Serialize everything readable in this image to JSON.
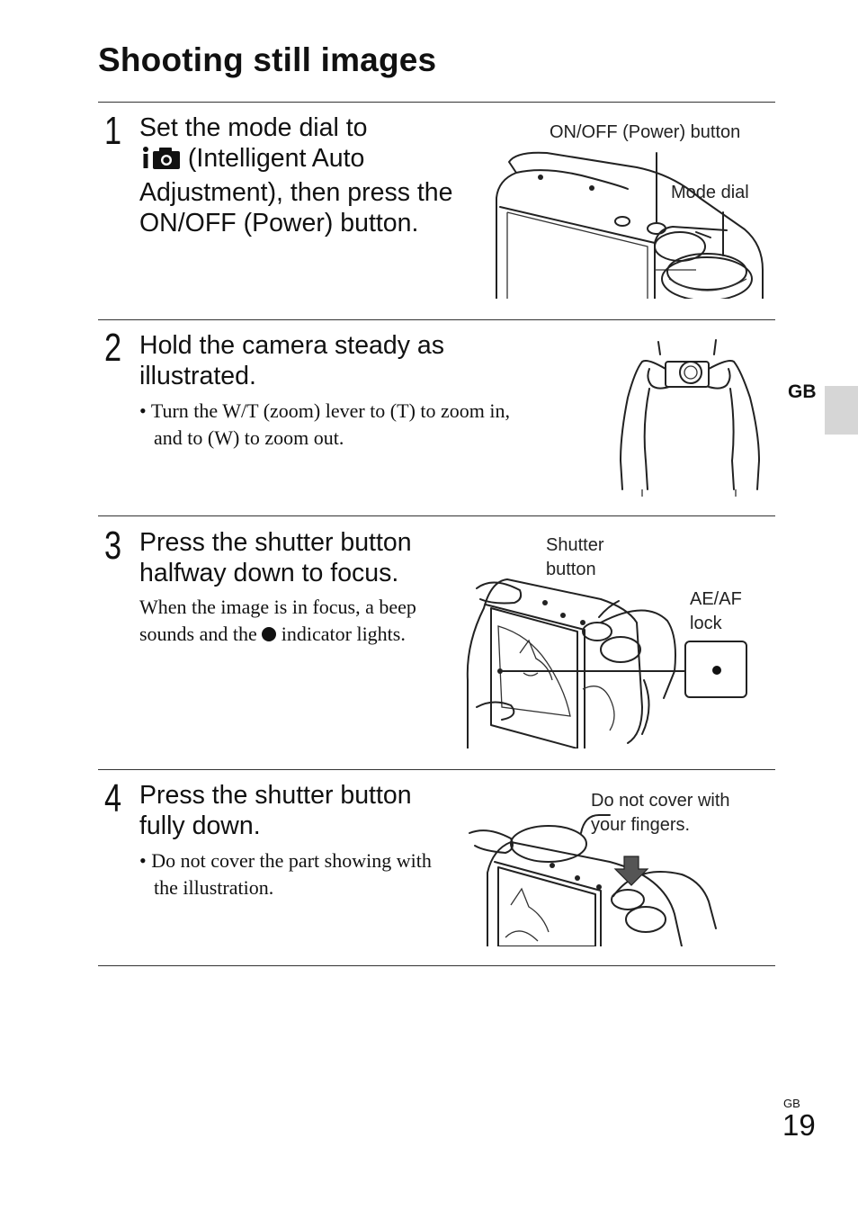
{
  "page": {
    "title": "Shooting still images",
    "side_tab": "GB",
    "footer_gb": "GB",
    "page_number": "19"
  },
  "steps": [
    {
      "number": "1",
      "heading_part1": "Set the mode dial to",
      "heading_part2": " (Intelligent Auto Adjustment), then press the ON/OFF (Power) button.",
      "mode_icon": "intelligent-auto-icon",
      "labels": {
        "power": "ON/OFF (Power) button",
        "dial": "Mode dial"
      }
    },
    {
      "number": "2",
      "heading": "Hold the camera steady as illustrated.",
      "bullet": "Turn the W/T (zoom) lever to (T) to zoom in, and to (W) to zoom out."
    },
    {
      "number": "3",
      "heading": "Press the shutter button halfway down to focus.",
      "body_part1": "When the image is in focus, a beep sounds and the ",
      "body_part2": " indicator lights.",
      "indicator_icon": "filled-dot-icon",
      "labels": {
        "shutter": "Shutter button",
        "lock": "AE/AF lock"
      }
    },
    {
      "number": "4",
      "heading": "Press the shutter button fully down.",
      "bullet": "Do not cover the part showing with the illustration.",
      "labels": {
        "cover": "Do not cover with your fingers."
      }
    }
  ]
}
